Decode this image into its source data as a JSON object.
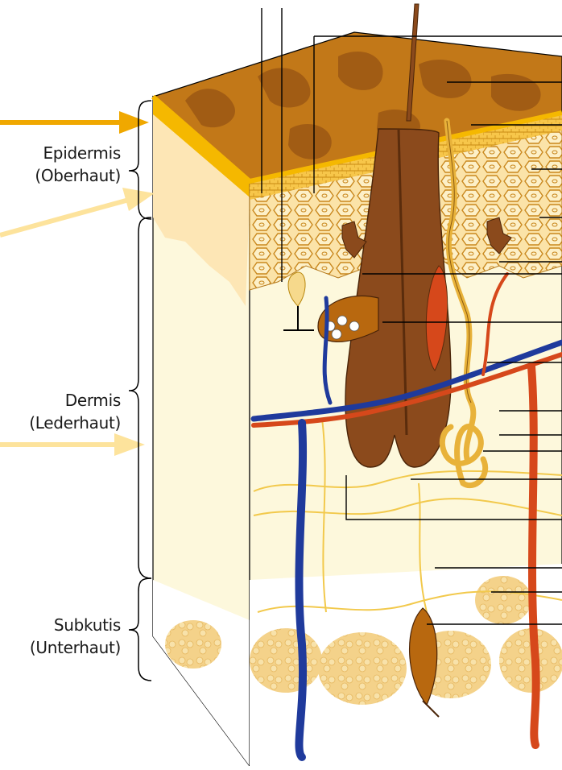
{
  "layers": {
    "epidermis": {
      "name": "Epidermis",
      "translation": "(Oberhaut)"
    },
    "dermis": {
      "name": "Dermis",
      "translation": "(Lederhaut)"
    },
    "subcutis": {
      "name": "Subkutis",
      "translation": "(Unterhaut)"
    }
  },
  "colors": {
    "surface_brown": "#b8680f",
    "surface_dark": "#8a4a12",
    "stratum_orange": "#f5b800",
    "epidermis_pale": "#fde6b5",
    "dermis_cream": "#fdf8dc",
    "subcutis_white": "#ffffff",
    "fat_yellow": "#f6d98c",
    "hair_brown": "#8b4a1c",
    "vein_blue": "#1f3a9c",
    "artery_red": "#d6481b",
    "nerve_yellow": "#f2c94c",
    "arrow_dark": "#f0a800",
    "arrow_light": "#fde39c"
  },
  "icons": [
    "arrow-right-icon",
    "curly-brace-icon"
  ]
}
